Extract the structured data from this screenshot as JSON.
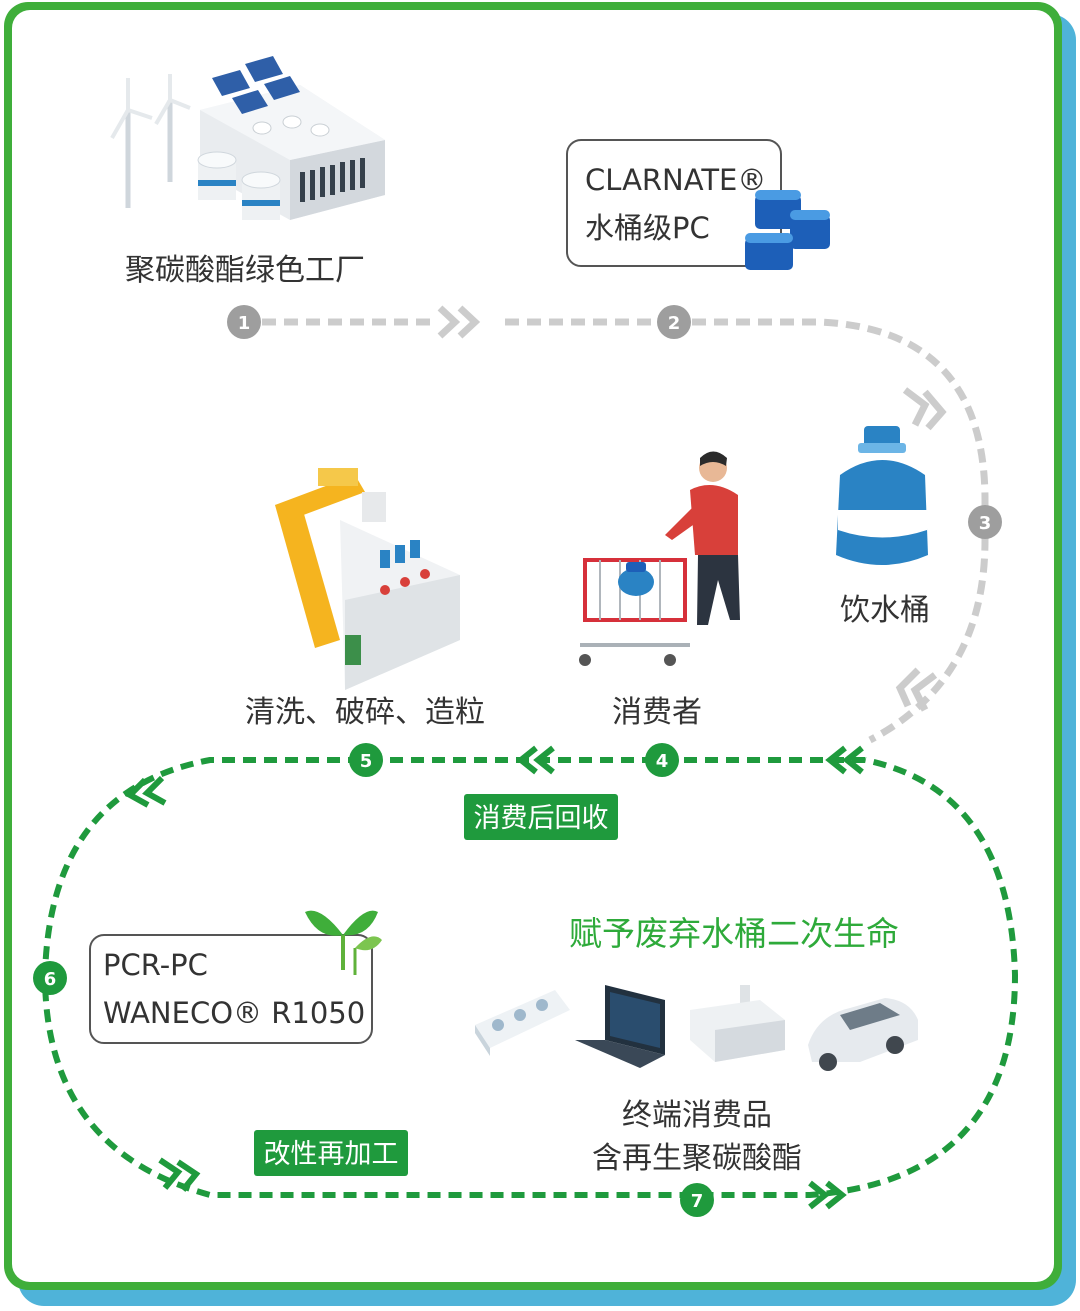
{
  "nodes": {
    "factory": "聚碳酸酯绿色工厂",
    "clarnate_line1": "CLARNATE®",
    "clarnate_line2": "水桶级PC",
    "bottle": "饮水桶",
    "consumer": "消费者",
    "recycle_process": "清洗、破碎、造粒",
    "pcr_line1": "PCR-PC",
    "pcr_line2": "WANECO® R1050",
    "end_products_line1": "终端消费品",
    "end_products_line2": "含再生聚碳酸酯"
  },
  "tags": {
    "post_consumer": "消费后回收",
    "modification": "改性再加工"
  },
  "headline": "赋予废弃水桶二次生命",
  "steps": [
    "1",
    "2",
    "3",
    "4",
    "5",
    "6",
    "7"
  ],
  "colors": {
    "frame_green": "#3fae3a",
    "frame_blue": "#4fb3d9",
    "gray_path": "#cccccc",
    "green_path": "#1f9a3d",
    "accent_text": "#2eaa3a"
  }
}
